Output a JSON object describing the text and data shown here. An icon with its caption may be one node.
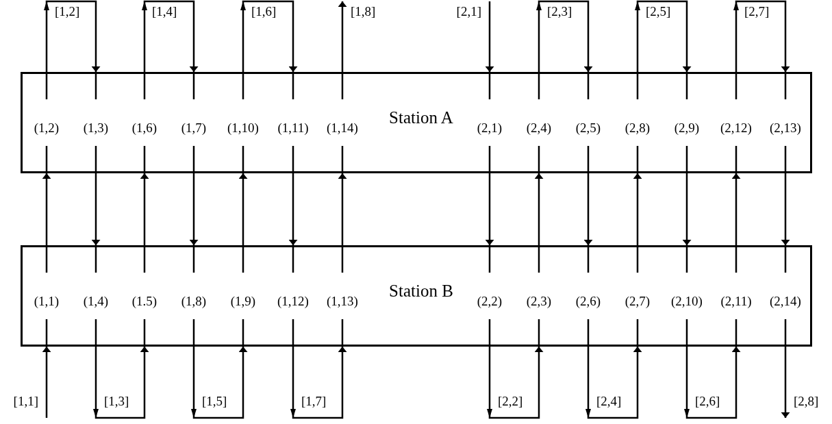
{
  "diagram": {
    "nodes": [
      {
        "text": [
          "(1,2)",
          "(1,3)",
          "(1,6)",
          "(1,7)",
          "(1,10)",
          "(1,11)",
          "(1,14)",
          "Station A",
          "(2,1)",
          "(2,4)",
          "(2,5)",
          "(2,8)",
          "(2,9)",
          "(2,12)",
          "(2,13)"
        ]
      },
      {
        "text": [
          "(1,1)",
          "(1,4)",
          "(1.5)",
          "(1,8)",
          "(1,9)",
          "(1,12)",
          "(1,13)",
          "Station B",
          "(2,2)",
          "(2,3)",
          "(2,6)",
          "(2,7)",
          "(2,10)",
          "(2,11)",
          "(2,14)"
        ]
      }
    ],
    "edges": [
      {
        "from": 0,
        "to": 0,
        "arrow": "to",
        "label": "[1,2]"
      },
      {
        "from": 0,
        "to": 0,
        "arrow": "to",
        "label": "[1,4]"
      },
      {
        "from": 0,
        "to": 0,
        "arrow": "to",
        "label": "[1,6]"
      },
      {
        "from": 0,
        "to": null,
        "arrow": "to",
        "label": "[1,8]"
      },
      {
        "from": null,
        "to": 0,
        "arrow": "to",
        "label": "[2,1]"
      },
      {
        "from": 0,
        "to": 0,
        "arrow": "to",
        "label": "[2,3]"
      },
      {
        "from": 0,
        "to": 0,
        "arrow": "to",
        "label": "[2,5]"
      },
      {
        "from": 0,
        "to": 0,
        "arrow": "to",
        "label": "[2,7]"
      },
      {
        "from": 1,
        "to": 0,
        "arrow": "to"
      },
      {
        "from": 0,
        "to": 1,
        "arrow": "to"
      },
      {
        "from": 1,
        "to": 0,
        "arrow": "to"
      },
      {
        "from": 0,
        "to": 1,
        "arrow": "to"
      },
      {
        "from": 1,
        "to": 0,
        "arrow": "to"
      },
      {
        "from": 0,
        "to": 1,
        "arrow": "to"
      },
      {
        "from": 1,
        "to": 0,
        "arrow": "to"
      },
      {
        "from": 0,
        "to": 1,
        "arrow": "to"
      },
      {
        "from": 1,
        "to": 0,
        "arrow": "to"
      },
      {
        "from": 0,
        "to": 1,
        "arrow": "to"
      },
      {
        "from": 1,
        "to": 0,
        "arrow": "to"
      },
      {
        "from": 0,
        "to": 1,
        "arrow": "to"
      },
      {
        "from": 1,
        "to": 0,
        "arrow": "to"
      },
      {
        "from": 0,
        "to": 1,
        "arrow": "to"
      },
      {
        "from": null,
        "to": 1,
        "arrow": "to",
        "label": "[1,1]"
      },
      {
        "from": 1,
        "to": 1,
        "arrow": "to",
        "label": "[1,3]"
      },
      {
        "from": 1,
        "to": 1,
        "arrow": "to",
        "label": "[1,5]"
      },
      {
        "from": 1,
        "to": 1,
        "arrow": "to",
        "label": "[1,7]"
      },
      {
        "from": 1,
        "to": 1,
        "arrow": "to",
        "label": "[2,2]"
      },
      {
        "from": 1,
        "to": 1,
        "arrow": "to",
        "label": "[2,4]"
      },
      {
        "from": 1,
        "to": 1,
        "arrow": "to",
        "label": "[2,6]"
      },
      {
        "from": 1,
        "to": null,
        "arrow": "to",
        "label": "[2,8]"
      }
    ]
  }
}
